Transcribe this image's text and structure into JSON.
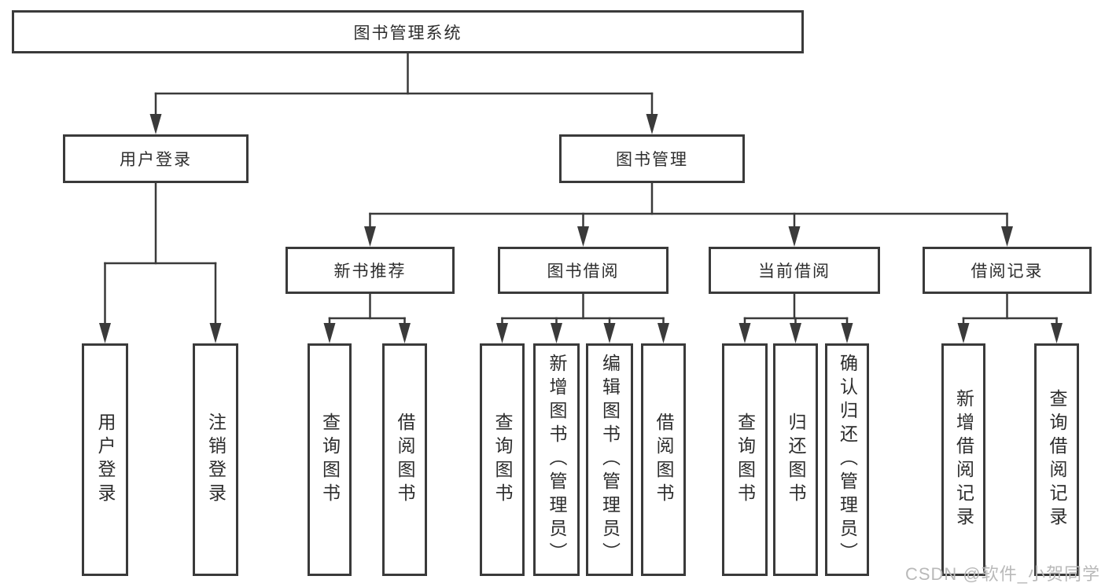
{
  "diagram": {
    "title": "图书管理系统",
    "branches": [
      {
        "label": "用户登录",
        "children": [
          "用户登录",
          "注销登录"
        ]
      },
      {
        "label": "图书管理",
        "children": [
          {
            "label": "新书推荐",
            "children": [
              "查询图书",
              "借阅图书"
            ]
          },
          {
            "label": "图书借阅",
            "children": [
              "查询图书",
              "新增图书（管理员）",
              "编辑图书（管理员）",
              "借阅图书"
            ]
          },
          {
            "label": "当前借阅",
            "children": [
              "查询图书",
              "归还图书",
              "确认归还（管理员）"
            ]
          },
          {
            "label": "借阅记录",
            "children": [
              "新增借阅记录",
              "查询借阅记录"
            ]
          }
        ]
      }
    ]
  },
  "watermark": {
    "text": "CSDN @软件_小贺同学"
  },
  "colors": {
    "line": "#3a3a3a",
    "box_border": "#3a3a3a",
    "text": "#2d2d2d",
    "watermark": "#b9b9b9",
    "background": "#ffffff"
  }
}
